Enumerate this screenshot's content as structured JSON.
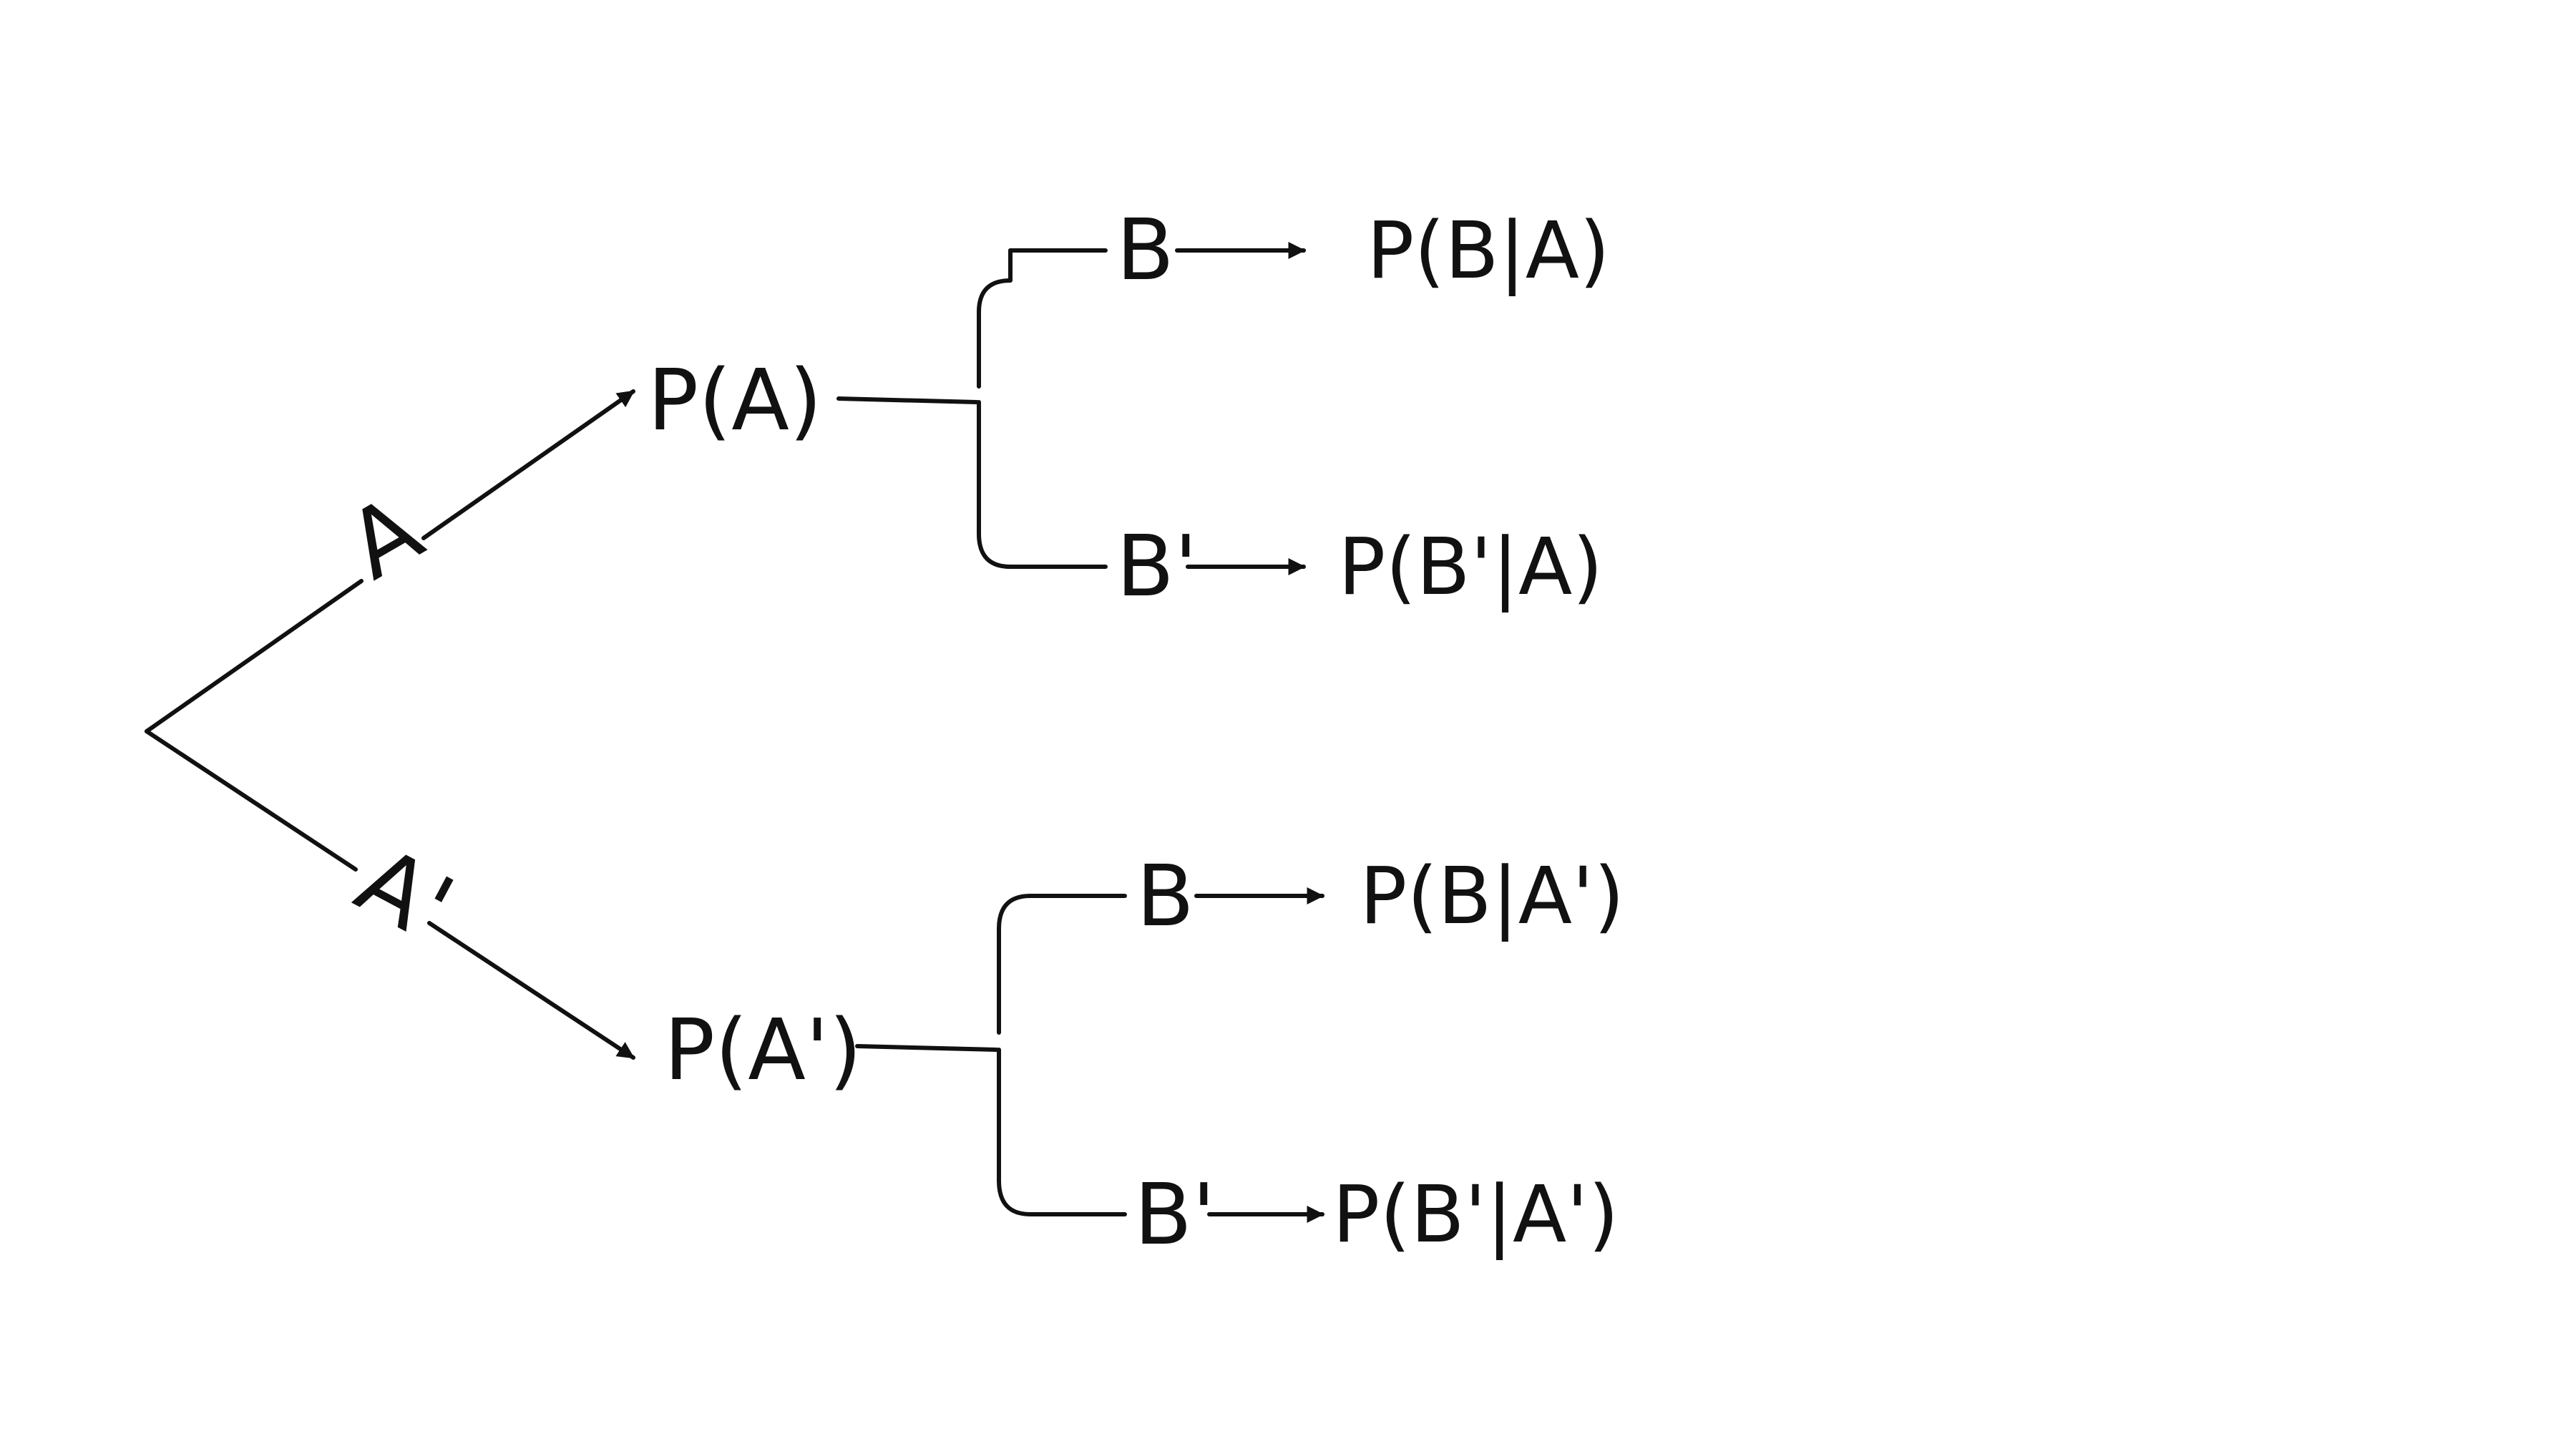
{
  "diagram": {
    "kind": "probability-tree",
    "root_branches": [
      {
        "branch_label": "A",
        "probability_label": "P(A)",
        "outcomes": [
          {
            "event": "B",
            "conditional": "P(B|A)"
          },
          {
            "event": "B'",
            "conditional": "P(B'|A)"
          }
        ]
      },
      {
        "branch_label": "A'",
        "probability_label": "P(A')",
        "outcomes": [
          {
            "event": "B",
            "conditional": "P(B|A')"
          },
          {
            "event": "B'",
            "conditional": "P(B'|A')"
          }
        ]
      }
    ],
    "colors": {
      "ink": "#111111",
      "background": "#ffffff"
    }
  }
}
